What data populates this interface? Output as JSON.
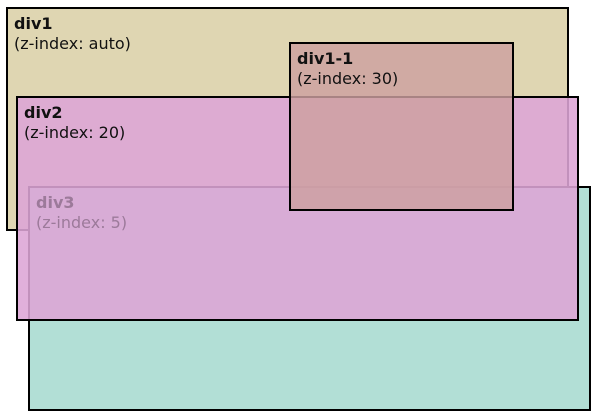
{
  "boxes": {
    "div1": {
      "title": "div1",
      "zindex": "(z-index: auto)"
    },
    "div1_1": {
      "title": "div1-1",
      "zindex": "(z-index: 30)"
    },
    "div2": {
      "title": "div2",
      "zindex": "(z-index: 20)"
    },
    "div3": {
      "title": "div3",
      "zindex": "(z-index: 5)"
    }
  },
  "colors": {
    "div1": "#dfd6b2",
    "div1_1": "#d4aeac",
    "div2": "#dcaecc",
    "div3": "#b2dfd6"
  }
}
